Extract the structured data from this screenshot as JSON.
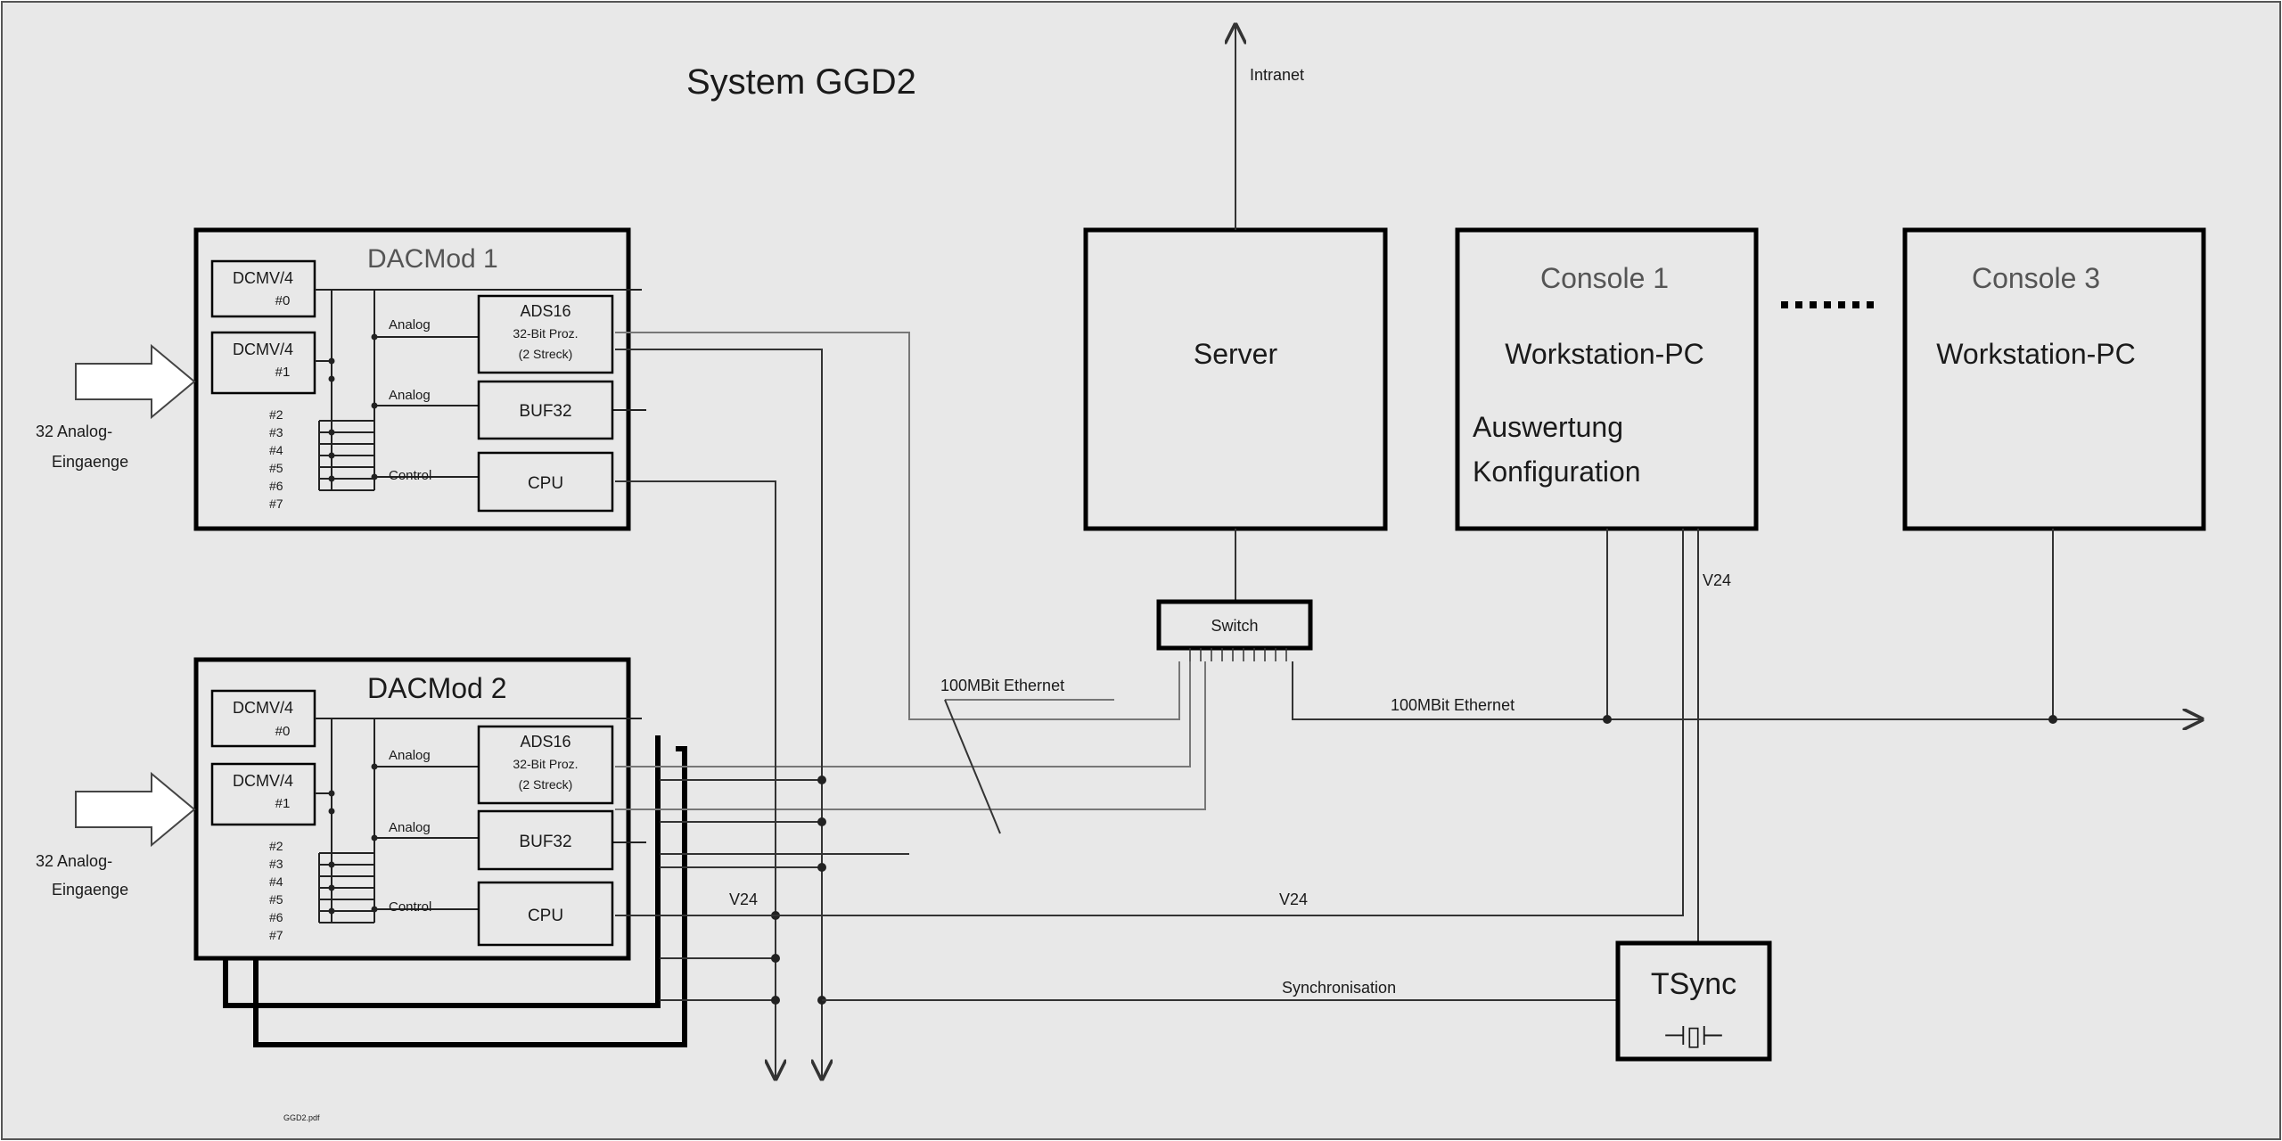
{
  "title": "System GGD2",
  "footer_note": "GGD2.pdf",
  "intranet_label": "Intranet",
  "ethernet_label_left": "100MBit Ethernet",
  "ethernet_label_right": "100MBit Ethernet",
  "v24_label": "V24",
  "sync_label": "Synchronisation",
  "switch_label": "Switch",
  "server": {
    "title": "Server"
  },
  "consoles": [
    {
      "title": "Console 1",
      "subtitle": "Workstation-PC",
      "lines": [
        "Auswertung",
        "Konfiguration"
      ]
    },
    {
      "title": "Console 3",
      "subtitle": "Workstation-PC"
    }
  ],
  "tsync": {
    "title": "TSync",
    "symbol": "⊣▯⊢"
  },
  "dacmods": [
    {
      "title": "DACMod 1",
      "input_label": [
        "32 Analog-",
        "Eingaenge"
      ],
      "dcmv": [
        {
          "line1": "DCMV/4",
          "line2": "#0"
        },
        {
          "line1": "DCMV/4",
          "line2": "#1"
        }
      ],
      "slot_labels": [
        "#2",
        "#3",
        "#4",
        "#5",
        "#6",
        "#7"
      ],
      "analog_labels": [
        "Analog",
        "Analog"
      ],
      "control_label": "Control",
      "ads": {
        "line1": "ADS16",
        "line2": "32-Bit Proz.",
        "line3": "(2 Streck)"
      },
      "buf": "BUF32",
      "cpu": "CPU"
    },
    {
      "title": "DACMod 2",
      "input_label": [
        "32 Analog-",
        "Eingaenge"
      ],
      "dcmv": [
        {
          "line1": "DCMV/4",
          "line2": "#0"
        },
        {
          "line1": "DCMV/4",
          "line2": "#1"
        }
      ],
      "slot_labels": [
        "#2",
        "#3",
        "#4",
        "#5",
        "#6",
        "#7"
      ],
      "analog_labels": [
        "Analog",
        "Analog"
      ],
      "control_label": "Control",
      "ads": {
        "line1": "ADS16",
        "line2": "32-Bit Proz.",
        "line3": "(2 Streck)"
      },
      "buf": "BUF32",
      "cpu": "CPU",
      "v24_label": "V24"
    }
  ]
}
